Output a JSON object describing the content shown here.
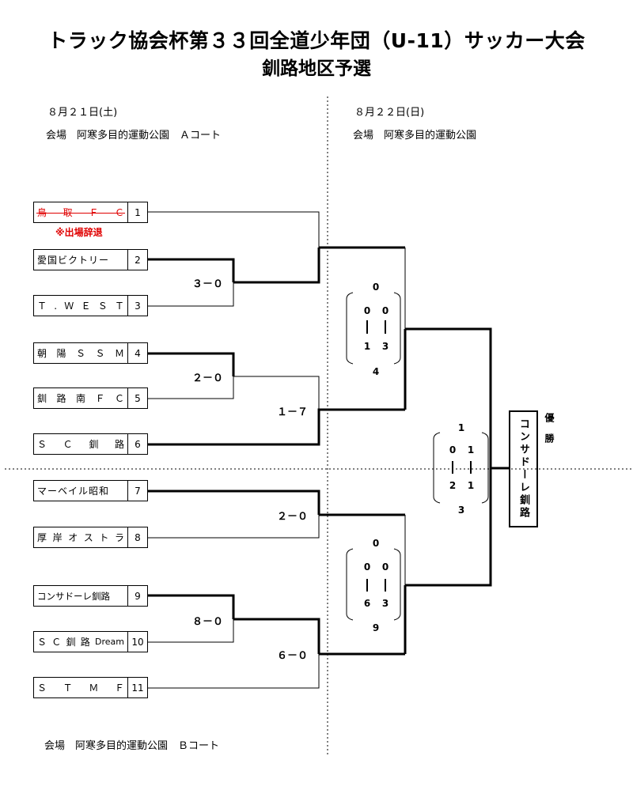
{
  "title": {
    "line1": "トラック協会杯第３３回全道少年団（U-11）サッカー大会",
    "line2": "釧路地区予選"
  },
  "day1": {
    "date": "８月２１日(土)",
    "venue": "会場　阿寒多目的運動公園　Ａコート"
  },
  "day2": {
    "date": "８月２２日(日)",
    "venue": "会場　阿寒多目的運動公園"
  },
  "venue_b": "会場　阿寒多目的運動公園　Ｂコート",
  "withdrawn_note": "※出場辞退",
  "teams": [
    {
      "num": "1",
      "chars": [
        "鳥",
        "取",
        "Ｆ",
        "Ｃ"
      ],
      "withdrawn": true
    },
    {
      "num": "2",
      "chars": [
        "愛国ビクトリー"
      ]
    },
    {
      "num": "3",
      "chars": [
        "Ｔ",
        ".",
        "Ｗ",
        "Ｅ",
        "Ｓ",
        "Ｔ"
      ]
    },
    {
      "num": "4",
      "chars": [
        "朝",
        "陽",
        "Ｓ",
        "Ｓ",
        "Ｍ"
      ]
    },
    {
      "num": "5",
      "chars": [
        "釧",
        "路",
        "南",
        "Ｆ",
        "Ｃ"
      ]
    },
    {
      "num": "6",
      "chars": [
        "Ｓ",
        "Ｃ",
        "釧",
        "路"
      ]
    },
    {
      "num": "7",
      "chars": [
        "マーベイル昭和"
      ]
    },
    {
      "num": "8",
      "chars": [
        "厚",
        "岸",
        "オ",
        "ス",
        "ト",
        "ラ"
      ]
    },
    {
      "num": "9",
      "chars": [
        "コンサドーレ釧路"
      ]
    },
    {
      "num": "10",
      "chars": [
        "Ｓ",
        "Ｃ",
        "釧",
        "路",
        "Dream"
      ]
    },
    {
      "num": "11",
      "chars": [
        "Ｓ",
        "Ｔ",
        "Ｍ",
        "Ｆ"
      ]
    }
  ],
  "scores": {
    "m_2_3": "３－０",
    "m_4_5": "２－０",
    "m_7_8": "２－０",
    "m_9_10": "８－０",
    "m_q1": "１－７",
    "m_q2": "６－０"
  },
  "semi1": {
    "top": "0",
    "left_a": "0",
    "right_a": "0",
    "left_b": "1",
    "right_b": "3",
    "game": "4"
  },
  "semi2": {
    "top": "0",
    "left_a": "0",
    "right_a": "0",
    "left_b": "6",
    "right_b": "3",
    "game": "9"
  },
  "final": {
    "top": "1",
    "left_a": "0",
    "right_a": "1",
    "left_b": "2",
    "right_b": "1",
    "game": "3"
  },
  "champion": {
    "label": "優勝",
    "name": "コンサドーレ釧路"
  }
}
